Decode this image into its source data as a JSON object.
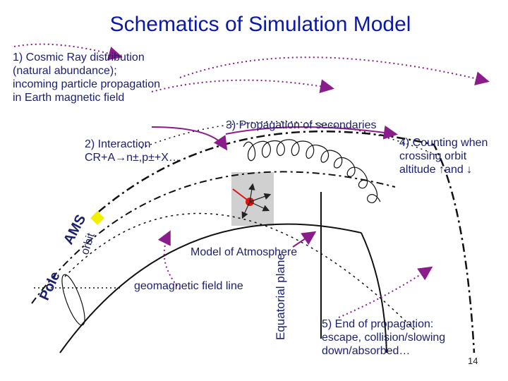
{
  "title": "Schematics of Simulation Model",
  "labels": {
    "step1": "1) Cosmic Ray distribution\n(natural abundance);\nincoming particle propagation\nin Earth magnetic field",
    "step2": "2) Interaction\nCR+A→n±,p±+X…",
    "step3": "3) Propagation of secondaries",
    "step4": "4) Counting when\ncrossing orbit\naltitude ↑and ↓",
    "step5": "5) End of propagation:\nescape, collision/slowing\ndown/absorbed…",
    "atmosphere": "Model of Atmosphere",
    "field_line": "geomagnetic field line",
    "equatorial_plane": "Equatorial plane",
    "ams": "AMS",
    "orbit": "orbit",
    "pole": "Pole"
  },
  "page_number": "14",
  "colors": {
    "title": "#0a1aa6",
    "text": "#1a1f6e",
    "arrow": "#8a1c8c",
    "detector": "#f0f000",
    "atmosphere_box": "#d0d0d0",
    "primary_particle": "#e01010"
  }
}
